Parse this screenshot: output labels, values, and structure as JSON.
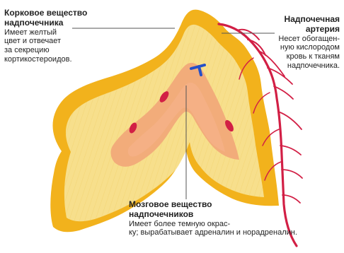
{
  "labels": {
    "cortex": {
      "title": [
        "Корковое вещество",
        "надпочечника"
      ],
      "description": [
        "Имеет желтый",
        "цвет и отвечает",
        "за секрецию",
        "кортикостероидов."
      ]
    },
    "artery": {
      "title": [
        "Надпочечная",
        "артерия"
      ],
      "description": [
        "Несет обогащен-",
        "ную кислородом",
        "кровь к тканям",
        "надпочечника."
      ]
    },
    "medulla": {
      "title": [
        "Мозговое вещество",
        "надпочечников"
      ],
      "description": [
        "Имеет более темную окрас-",
        "ку; вырабатывает адреналин и норадреналин."
      ]
    }
  },
  "colors": {
    "capsule": "#f2b21c",
    "cortex": "#f7df8c",
    "medulla": "#f2ac7a",
    "artery": "#d21f45",
    "vein": "#2450c8"
  }
}
